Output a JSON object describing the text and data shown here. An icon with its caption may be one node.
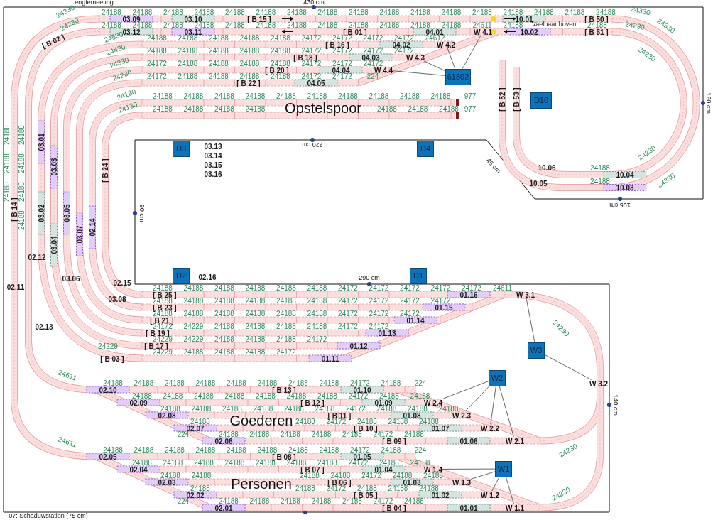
{
  "diagram": {
    "nodes": [
      {
        "text": [
          "W 4.1"
        ]
      },
      {
        "text": [
          "W 4.2"
        ]
      },
      {
        "text": [
          "W 4.3"
        ]
      },
      {
        "text": [
          "W 4.4"
        ]
      },
      {
        "text": [
          "61802"
        ]
      },
      {
        "text": [
          "D10"
        ]
      },
      {
        "text": [
          "D3"
        ]
      },
      {
        "text": [
          "D4"
        ]
      },
      {
        "text": [
          "D2"
        ]
      },
      {
        "text": [
          "D1"
        ]
      },
      {
        "text": [
          "W 3.1"
        ]
      },
      {
        "text": [
          "W3"
        ]
      },
      {
        "text": [
          "W2"
        ]
      },
      {
        "text": [
          "W 3.2"
        ]
      },
      {
        "text": [
          "W 2.4"
        ]
      },
      {
        "text": [
          "W 2.3"
        ]
      },
      {
        "text": [
          "W 2.2"
        ]
      },
      {
        "text": [
          "W 2.1"
        ]
      },
      {
        "text": [
          "W1"
        ]
      },
      {
        "text": [
          "W 1.4"
        ]
      },
      {
        "text": [
          "W 1.3"
        ]
      },
      {
        "text": [
          "W 1.2"
        ]
      },
      {
        "text": [
          "W 1.1"
        ]
      }
    ],
    "edges": [
      {
        "from": 4,
        "to": 0,
        "arrow": "none"
      },
      {
        "from": 4,
        "to": 1,
        "arrow": "none"
      },
      {
        "from": 4,
        "to": 2,
        "arrow": "none"
      },
      {
        "from": 4,
        "to": 3,
        "arrow": "none"
      },
      {
        "from": 11,
        "to": 10,
        "arrow": "none"
      },
      {
        "from": 11,
        "to": 13,
        "arrow": "none"
      },
      {
        "from": 12,
        "to": 14,
        "arrow": "none"
      },
      {
        "from": 12,
        "to": 15,
        "arrow": "none"
      },
      {
        "from": 12,
        "to": 16,
        "arrow": "none"
      },
      {
        "from": 12,
        "to": 17,
        "arrow": "none"
      },
      {
        "from": 18,
        "to": 19,
        "arrow": "none"
      },
      {
        "from": 18,
        "to": 20,
        "arrow": "none"
      },
      {
        "from": 18,
        "to": 21,
        "arrow": "none"
      },
      {
        "from": 18,
        "to": 22,
        "arrow": "none"
      }
    ],
    "labels": [
      "Lengtemeeting",
      "430 cm",
      "24330",
      "24188",
      "24188",
      "24188",
      "24188",
      "24188",
      "24188",
      "24188",
      "24188",
      "24188",
      "24188",
      "24188",
      "24188",
      "24188",
      "24188",
      "24188",
      "24188",
      "24188",
      "24330",
      "03.09",
      "03.10",
      "[ B 15 ]",
      "10.01",
      "[ B 50 ]",
      "24230",
      "24188",
      "24188",
      "24188",
      "24188",
      "24188",
      "24188",
      "24188",
      "24188",
      "24188",
      "24188",
      "24188",
      "24188",
      "24611",
      "24188",
      "Vaelbaar boven",
      "24188",
      "24230",
      "03.12",
      "03.11",
      "[ B 01 ]",
      "04.01",
      "10.02",
      "[ B 51 ]",
      "[ B 02 ]",
      "24530",
      "24188",
      "24188",
      "24188",
      "24188",
      "24188",
      "24172",
      "24172",
      "24172",
      "24172",
      "24612",
      "[ B 16 ]",
      "04.02",
      "24430",
      "24188",
      "24188",
      "24188",
      "24188",
      "24188",
      "24172",
      "24172",
      "24172",
      "24172",
      "[ B 18 ]",
      "04.03",
      "24330",
      "24172",
      "24188",
      "24188",
      "24188",
      "24188",
      "24172",
      "24172",
      "24172",
      "[ B 20 ]",
      "04.04",
      "24230",
      "24172",
      "24188",
      "24188",
      "24188",
      "24188",
      "24172",
      "24172",
      "224",
      "[ B 22 ]",
      "04.05",
      "24130",
      "24188",
      "24188",
      "24188",
      "24188",
      "24188",
      "24188",
      "24188",
      "24188",
      "24188",
      "24188",
      "977",
      "24130",
      "24188",
      "24188",
      "24188",
      "24188",
      "Opstelspoor",
      "24188",
      "24188",
      "24188",
      "977",
      "24330",
      "24230",
      "[ B 52 ]",
      "[ B 53 ]",
      "24230",
      "24330",
      "10.06",
      "24188",
      "10.04",
      "10.05",
      "24188",
      "10.03",
      "90 cm",
      "220 cm",
      "45 cm",
      "120 cm",
      "105 cm",
      "03.13",
      "03.14",
      "03.15",
      "03.16",
      "24188",
      "24188",
      "24188",
      "24188",
      "24188",
      "24188",
      "24188",
      "03.01",
      "03.03",
      "[ B 24 ]",
      "[ B 14 ]",
      "03.02",
      "03.05",
      "02.14",
      "03.07",
      "03.04",
      "02.12",
      "03.06",
      "02.15",
      "02.11",
      "03.08",
      "02.13",
      "02.16",
      "290 cm",
      "24188",
      "24188",
      "24188",
      "24188",
      "24188",
      "24188",
      "24172",
      "24172",
      "24172",
      "24172",
      "24172",
      "24611",
      "[ B 25 ]",
      "01.16",
      "24188",
      "24188",
      "24188",
      "24188",
      "24188",
      "24188",
      "24172",
      "24172",
      "24172",
      "24172",
      "[ B 23 ]",
      "01.15",
      "24188",
      "24188",
      "24188",
      "24188",
      "24188",
      "24188",
      "24172",
      "24172",
      "24172",
      "[ B 21 ]",
      "01.14",
      "24172",
      "24229",
      "24188",
      "24188",
      "24188",
      "24188",
      "24172",
      "24172",
      "[ B 19 ]",
      "01.13",
      "24229",
      "24229",
      "24188",
      "24188",
      "24188",
      "24172",
      "24229",
      "[ B 17 ]",
      "01.12",
      "24229",
      "24188",
      "24188",
      "24188",
      "24172",
      "[ B 03 ]",
      "01.11",
      "24230",
      "140 cm",
      "24611",
      "24188",
      "24188",
      "24188",
      "24188",
      "24188",
      "24188",
      "24188",
      "24188",
      "24172",
      "24188",
      "224",
      "02.10",
      "[ B 13 ]",
      "01.10",
      "24188",
      "24188",
      "24188",
      "24188",
      "24188",
      "24188",
      "24188",
      "24172",
      "24188",
      "24188",
      "02.09",
      "[ B 12 ]",
      "01.09",
      "24188",
      "24188",
      "24188",
      "24188",
      "24188",
      "24188",
      "24172",
      "24188",
      "24188",
      "24188",
      "02.08",
      "[ B 11 ]",
      "01.08",
      "24188",
      "Goederen",
      "24188",
      "24172",
      "24188",
      "24188",
      "24188",
      "02.07",
      "[ B 10 ]",
      "01.07",
      "224",
      "24188",
      "24188",
      "24188",
      "24188",
      "24188",
      "24172",
      "24188",
      "02.06",
      "[ B 09 ]",
      "01.06",
      "24230",
      "24611",
      "24188",
      "24188",
      "24188",
      "24188",
      "24188",
      "24188",
      "24188",
      "24188",
      "24172",
      "24188",
      "224",
      "02.05",
      "[ B 08 ]",
      "01.05",
      "24188",
      "24188",
      "24188",
      "24188",
      "24188",
      "24188",
      "24188",
      "24172",
      "24188",
      "24188",
      "02.04",
      "[ B 07 ]",
      "01.04",
      "24188",
      "24188",
      "Personen",
      "24188",
      "24188",
      "24172",
      "24188",
      "24188",
      "02.03",
      "[ B 06 ]",
      "01.03",
      "24188",
      "24188",
      "24172",
      "24188",
      "24188",
      "24188",
      "02.02",
      "[ B 05 ]",
      "01.02",
      "224",
      "24188",
      "24188",
      "24188",
      "24188",
      "24188",
      "24172",
      "24188",
      "02.01",
      "[ B 04 ]",
      "01.01",
      "24230",
      "07: Schaduwstation (75 cm)"
    ]
  }
}
